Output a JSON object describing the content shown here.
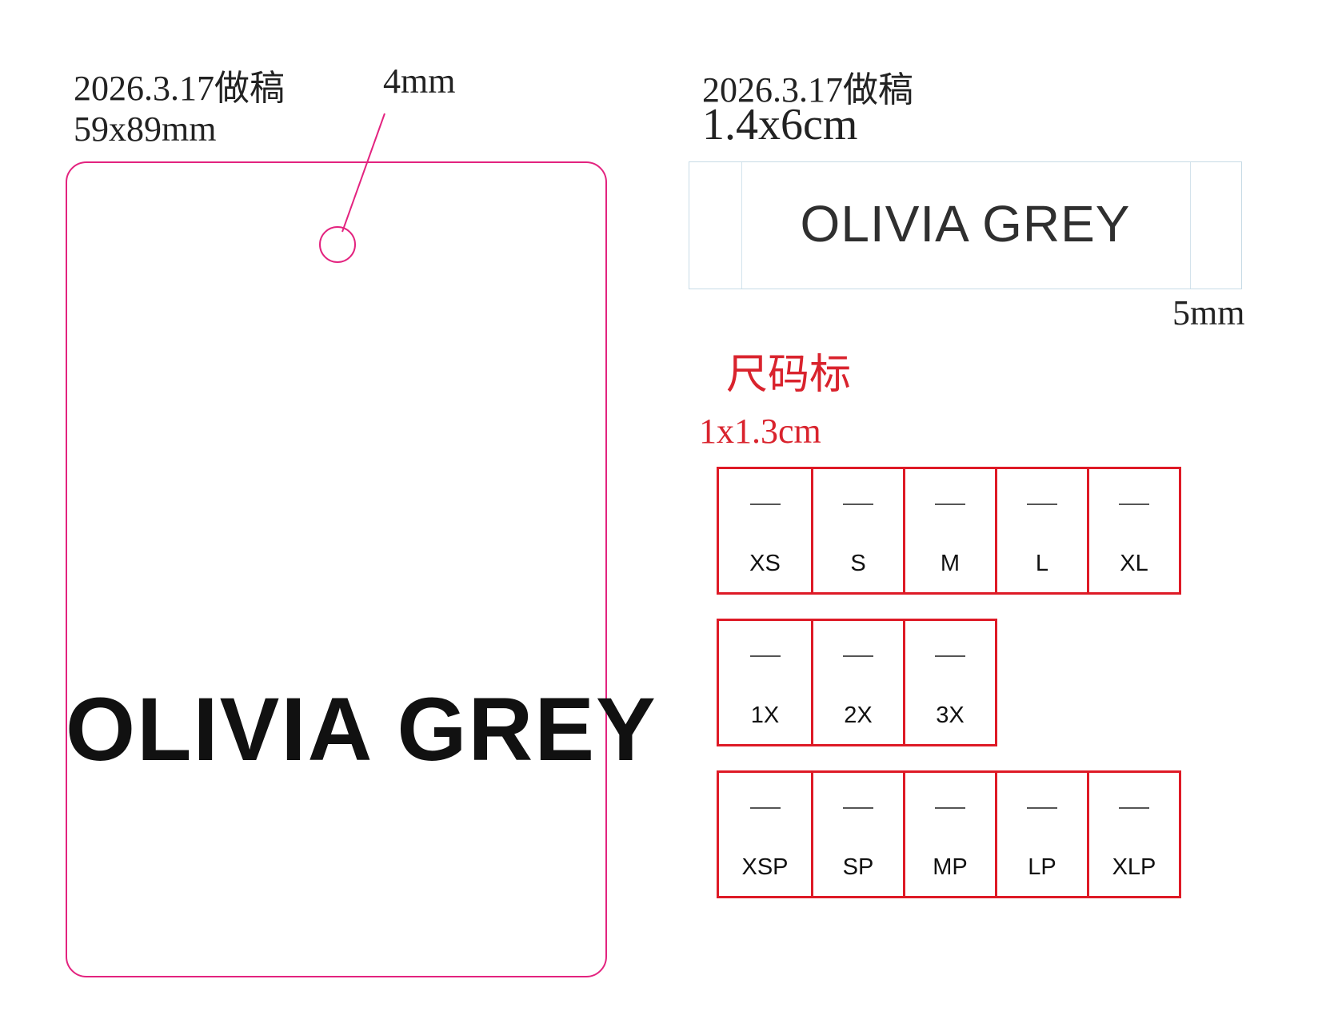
{
  "hang_tag": {
    "date_note": "2026.3.17做稿",
    "dimensions": "59x89mm",
    "hole_size": "4mm",
    "brand": "OLIVIA GREY",
    "outline_color": "#e3237f"
  },
  "woven_label": {
    "date_note": "2026.3.17做稿",
    "dimensions": "1.4x6cm",
    "brand": "OLIVIA GREY",
    "fold_allowance": "5mm"
  },
  "size_labels": {
    "title": "尺码标",
    "dimensions": "1x1.3cm",
    "border_color": "#de1a26",
    "rows": [
      [
        "XS",
        "S",
        "M",
        "L",
        "XL"
      ],
      [
        "1X",
        "2X",
        "3X"
      ],
      [
        "XSP",
        "SP",
        "MP",
        "LP",
        "XLP"
      ]
    ]
  }
}
